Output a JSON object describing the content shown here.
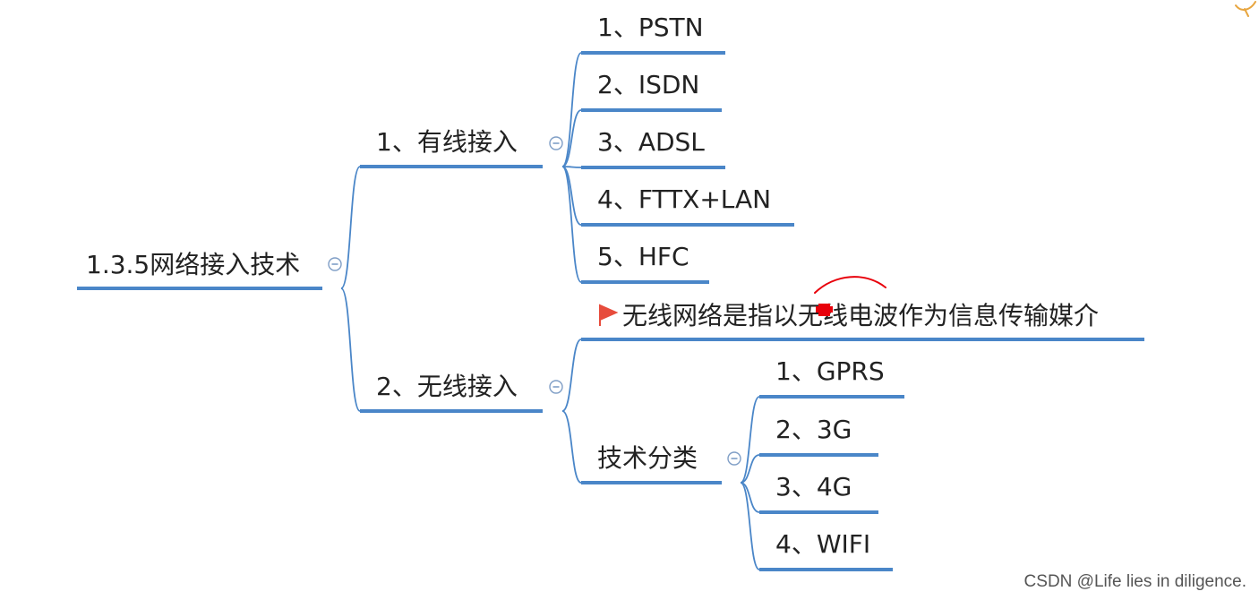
{
  "colors": {
    "branch": "#4a86c8",
    "text": "#222222",
    "flag": "#e74c3c",
    "annotation": "#e8000b",
    "corner": "#e8a640"
  },
  "root": {
    "label": "1.3.5网络接入技术",
    "children": [
      {
        "label": "1、有线接入",
        "children": [
          {
            "label": "1、PSTN"
          },
          {
            "label": "2、ISDN"
          },
          {
            "label": "3、ADSL"
          },
          {
            "label": "4、FTTX+LAN"
          },
          {
            "label": "5、HFC"
          }
        ]
      },
      {
        "label": "2、无线接入",
        "children": [
          {
            "label": "无线网络是指以无线电波作为信息传输媒介",
            "icon": "flag-icon"
          },
          {
            "label": "技术分类",
            "children": [
              {
                "label": "1、GPRS"
              },
              {
                "label": "2、3G"
              },
              {
                "label": "3、4G"
              },
              {
                "label": "4、WIFI"
              }
            ]
          }
        ]
      }
    ]
  },
  "watermark": "CSDN @Life lies in diligence."
}
